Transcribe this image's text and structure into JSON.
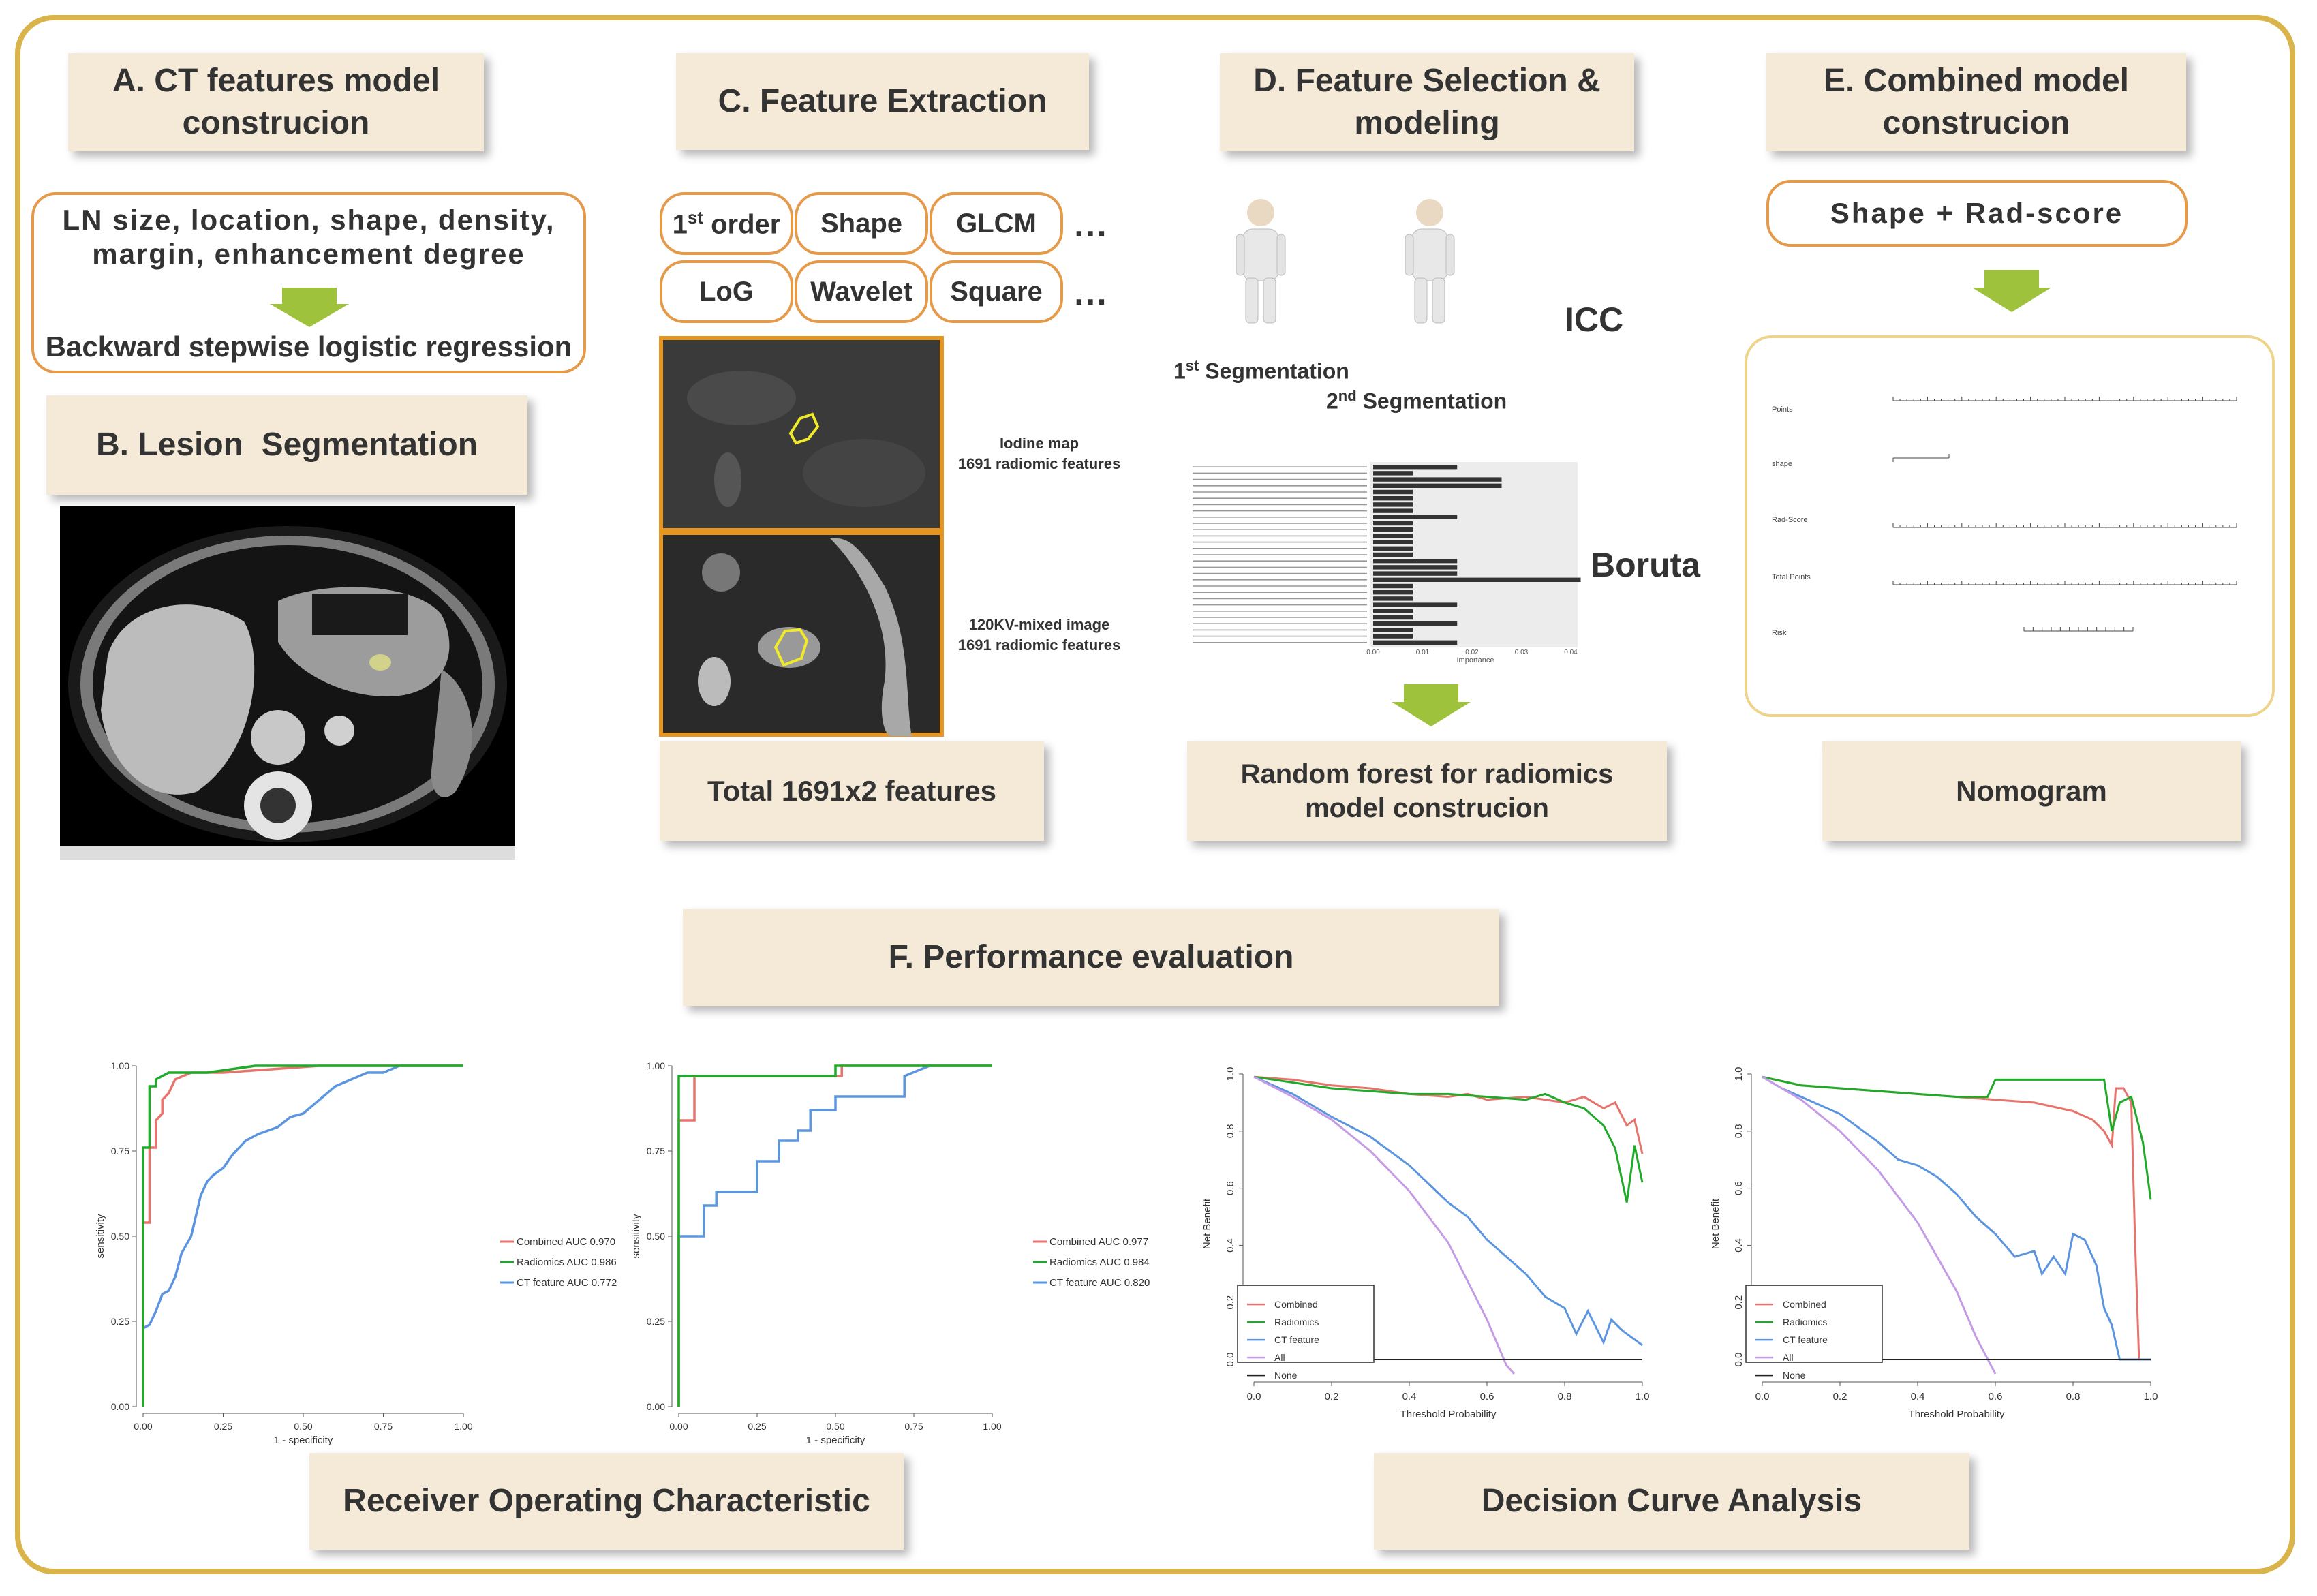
{
  "sections": {
    "a_title": "A. CT features model construcion",
    "b_title": "B. Lesion  Segmentation",
    "c_title": "C. Feature Extraction",
    "d_title": "D. Feature Selection & modeling",
    "e_title": "E. Combined model construcion",
    "f_title": "F. Performance evaluation"
  },
  "a": {
    "features": "LN size, location, shape, density, margin, enhancement degree",
    "method": "Backward stepwise logistic regression"
  },
  "c": {
    "boxes": [
      "order",
      "Shape",
      "GLCM",
      "LoG",
      "Wavelet",
      "Square"
    ],
    "first_sup_base": "1",
    "first_sup": "st",
    "ellipsis": "…",
    "img1_line1": "Iodine map",
    "img1_line2": "1691 radiomic features",
    "img2_line1": "120KV-mixed image",
    "img2_line2": "1691 radiomic features",
    "total": "Total 1691x2 features"
  },
  "d": {
    "icc": "ICC",
    "seg1_base": "1",
    "seg1_sup": "st",
    "seg1_text": " Segmentation",
    "seg2_base": "2",
    "seg2_sup": "nd",
    "seg2_text": " Segmentation",
    "boruta": "Boruta",
    "rf": "Random forest for radiomics model construcion",
    "importance_label": "Importance"
  },
  "e": {
    "combo": "Shape + Rad-score",
    "nomogram": "Nomogram",
    "rows": [
      "Points",
      "shape",
      "Rad-Score",
      "Total Points",
      "Risk"
    ]
  },
  "labels": {
    "roc": "Receiver Operating Characteristic",
    "dca": "Decision Curve Analysis"
  },
  "colors": {
    "combined": "#e8736c",
    "radiomics": "#1faa2a",
    "ct": "#5b95e0",
    "all": "#c69be6",
    "none": "#222222",
    "frame": "#d8b44a",
    "banner": "#f4ead7",
    "box_border": "#e59a4a",
    "arrow": "#9ec23c"
  },
  "chart_data": [
    {
      "type": "bar",
      "title": "",
      "xlabel": "Importance",
      "xlim": [
        0,
        0.04
      ],
      "x_ticks": [
        "0.00",
        "0.01",
        "0.02",
        "0.03",
        "0.04"
      ],
      "values": [
        0.017,
        0.008,
        0.026,
        0.026,
        0.008,
        0.008,
        0.008,
        0.008,
        0.017,
        0.008,
        0.008,
        0.008,
        0.008,
        0.008,
        0.008,
        0.017,
        0.017,
        0.017,
        0.042,
        0.008,
        0.008,
        0.008,
        0.017,
        0.008,
        0.008,
        0.017,
        0.008,
        0.008,
        0.017
      ]
    },
    {
      "type": "line",
      "xlabel": "1 - specificity",
      "ylabel": "sensitivity",
      "xlim": [
        0,
        1
      ],
      "ylim": [
        0,
        1
      ],
      "x_ticks": [
        "0.00",
        "0.25",
        "0.50",
        "0.75",
        "1.00"
      ],
      "y_ticks": [
        "0.00",
        "0.25",
        "0.50",
        "0.75",
        "1.00"
      ],
      "series": [
        {
          "name": "Combined  AUC  0.970",
          "x": [
            0,
            0,
            0.02,
            0.02,
            0.04,
            0.04,
            0.06,
            0.06,
            0.08,
            0.1,
            0.15,
            0.25,
            0.55,
            1
          ],
          "y": [
            0,
            0.54,
            0.54,
            0.76,
            0.76,
            0.84,
            0.86,
            0.9,
            0.92,
            0.96,
            0.98,
            0.98,
            1,
            1
          ]
        },
        {
          "name": "Radiomics  AUC  0.986",
          "x": [
            0,
            0,
            0.02,
            0.02,
            0.04,
            0.04,
            0.08,
            0.12,
            0.2,
            0.35,
            1
          ],
          "y": [
            0,
            0.76,
            0.76,
            0.94,
            0.94,
            0.96,
            0.98,
            0.98,
            0.98,
            1,
            1
          ]
        },
        {
          "name": "CT feature AUC  0.772",
          "x": [
            0,
            0,
            0.02,
            0.04,
            0.06,
            0.08,
            0.1,
            0.12,
            0.15,
            0.18,
            0.2,
            0.22,
            0.25,
            0.28,
            0.32,
            0.36,
            0.42,
            0.46,
            0.5,
            0.55,
            0.6,
            0.65,
            0.7,
            0.75,
            0.8,
            0.85,
            1
          ],
          "y": [
            0,
            0.23,
            0.24,
            0.28,
            0.33,
            0.34,
            0.38,
            0.45,
            0.5,
            0.62,
            0.66,
            0.68,
            0.7,
            0.74,
            0.78,
            0.8,
            0.82,
            0.85,
            0.86,
            0.9,
            0.94,
            0.96,
            0.98,
            0.98,
            1,
            1,
            1
          ]
        }
      ]
    },
    {
      "type": "line",
      "xlabel": "1 - specificity",
      "ylabel": "sensitivity",
      "xlim": [
        0,
        1
      ],
      "ylim": [
        0,
        1
      ],
      "x_ticks": [
        "0.00",
        "0.25",
        "0.50",
        "0.75",
        "1.00"
      ],
      "y_ticks": [
        "0.00",
        "0.25",
        "0.50",
        "0.75",
        "1.00"
      ],
      "series": [
        {
          "name": "Combined  AUC  0.977",
          "x": [
            0,
            0,
            0.05,
            0.05,
            0.52,
            0.52,
            0.55,
            0.8,
            1
          ],
          "y": [
            0,
            0.84,
            0.84,
            0.97,
            0.97,
            1,
            1,
            1,
            1
          ]
        },
        {
          "name": "Radiomics  AUC  0.984",
          "x": [
            0,
            0,
            0.5,
            0.5,
            1
          ],
          "y": [
            0,
            0.97,
            0.97,
            1,
            1
          ]
        },
        {
          "name": "CT feature AUC  0.820",
          "x": [
            0,
            0,
            0.08,
            0.08,
            0.12,
            0.12,
            0.25,
            0.25,
            0.32,
            0.32,
            0.38,
            0.38,
            0.42,
            0.42,
            0.5,
            0.5,
            0.72,
            0.72,
            0.8,
            1
          ],
          "y": [
            0,
            0.5,
            0.5,
            0.59,
            0.59,
            0.63,
            0.63,
            0.72,
            0.72,
            0.78,
            0.78,
            0.81,
            0.81,
            0.87,
            0.87,
            0.91,
            0.91,
            0.97,
            1,
            1
          ]
        }
      ]
    },
    {
      "type": "line",
      "xlabel": "Threshold Probability",
      "ylabel": "Net Benefit",
      "xlim": [
        0,
        1
      ],
      "ylim": [
        -0.05,
        1
      ],
      "x_ticks": [
        "0.0",
        "0.2",
        "0.4",
        "0.6",
        "0.8",
        "1.0"
      ],
      "y_ticks": [
        "0.0",
        "0.2",
        "0.4",
        "0.6",
        "0.8",
        "1.0"
      ],
      "series": [
        {
          "name": "Combined",
          "x": [
            0,
            0.1,
            0.2,
            0.3,
            0.4,
            0.5,
            0.55,
            0.6,
            0.7,
            0.8,
            0.85,
            0.9,
            0.93,
            0.96,
            0.98,
            1
          ],
          "y": [
            0.99,
            0.98,
            0.96,
            0.95,
            0.93,
            0.92,
            0.93,
            0.91,
            0.92,
            0.9,
            0.92,
            0.88,
            0.9,
            0.82,
            0.84,
            0.72
          ]
        },
        {
          "name": "Radiomics",
          "x": [
            0,
            0.1,
            0.2,
            0.3,
            0.4,
            0.5,
            0.6,
            0.7,
            0.75,
            0.8,
            0.85,
            0.9,
            0.93,
            0.96,
            0.98,
            1
          ],
          "y": [
            0.99,
            0.97,
            0.95,
            0.94,
            0.93,
            0.93,
            0.92,
            0.91,
            0.93,
            0.9,
            0.88,
            0.82,
            0.74,
            0.55,
            0.75,
            0.62
          ]
        },
        {
          "name": "CT feature",
          "x": [
            0,
            0.1,
            0.2,
            0.3,
            0.4,
            0.5,
            0.55,
            0.6,
            0.65,
            0.7,
            0.75,
            0.8,
            0.83,
            0.86,
            0.9,
            0.92,
            0.95,
            1
          ],
          "y": [
            0.99,
            0.93,
            0.85,
            0.78,
            0.68,
            0.55,
            0.5,
            0.42,
            0.36,
            0.3,
            0.22,
            0.18,
            0.09,
            0.17,
            0.06,
            0.14,
            0.1,
            0.05
          ]
        },
        {
          "name": "All",
          "x": [
            0,
            0.1,
            0.2,
            0.3,
            0.4,
            0.5,
            0.6,
            0.65,
            0.67
          ],
          "y": [
            0.99,
            0.92,
            0.84,
            0.73,
            0.59,
            0.41,
            0.14,
            -0.02,
            -0.05
          ]
        },
        {
          "name": "None",
          "x": [
            0,
            1
          ],
          "y": [
            0,
            0
          ]
        }
      ]
    },
    {
      "type": "line",
      "xlabel": "Threshold Probability",
      "ylabel": "Net Benefit",
      "xlim": [
        0,
        1
      ],
      "ylim": [
        -0.05,
        1
      ],
      "x_ticks": [
        "0.0",
        "0.2",
        "0.4",
        "0.6",
        "0.8",
        "1.0"
      ],
      "y_ticks": [
        "0.0",
        "0.2",
        "0.4",
        "0.6",
        "0.8",
        "1.0"
      ],
      "series": [
        {
          "name": "Combined",
          "x": [
            0,
            0.1,
            0.2,
            0.3,
            0.4,
            0.5,
            0.6,
            0.7,
            0.8,
            0.85,
            0.88,
            0.9,
            0.91,
            0.93,
            0.95,
            0.96,
            0.97,
            1
          ],
          "y": [
            0.99,
            0.96,
            0.95,
            0.94,
            0.93,
            0.92,
            0.91,
            0.9,
            0.87,
            0.84,
            0.8,
            0.75,
            0.95,
            0.95,
            0.9,
            0.4,
            0.0,
            0.0
          ]
        },
        {
          "name": "Radiomics",
          "x": [
            0,
            0.1,
            0.2,
            0.3,
            0.4,
            0.5,
            0.58,
            0.6,
            0.8,
            0.88,
            0.9,
            0.92,
            0.95,
            0.98,
            1
          ],
          "y": [
            0.99,
            0.96,
            0.95,
            0.94,
            0.93,
            0.92,
            0.92,
            0.98,
            0.98,
            0.98,
            0.8,
            0.9,
            0.92,
            0.76,
            0.56
          ]
        },
        {
          "name": "CT feature",
          "x": [
            0,
            0.05,
            0.1,
            0.2,
            0.3,
            0.35,
            0.4,
            0.45,
            0.5,
            0.55,
            0.6,
            0.65,
            0.7,
            0.72,
            0.75,
            0.78,
            0.8,
            0.83,
            0.86,
            0.88,
            0.9,
            0.92,
            1
          ],
          "y": [
            0.99,
            0.95,
            0.92,
            0.86,
            0.76,
            0.7,
            0.68,
            0.64,
            0.58,
            0.5,
            0.44,
            0.36,
            0.38,
            0.3,
            0.36,
            0.3,
            0.44,
            0.42,
            0.33,
            0.18,
            0.12,
            0.0,
            0.0
          ]
        },
        {
          "name": "All",
          "x": [
            0,
            0.1,
            0.2,
            0.3,
            0.4,
            0.5,
            0.55,
            0.6
          ],
          "y": [
            0.99,
            0.91,
            0.8,
            0.66,
            0.48,
            0.24,
            0.08,
            -0.05
          ]
        },
        {
          "name": "None",
          "x": [
            0,
            1
          ],
          "y": [
            0,
            0
          ]
        }
      ]
    }
  ]
}
